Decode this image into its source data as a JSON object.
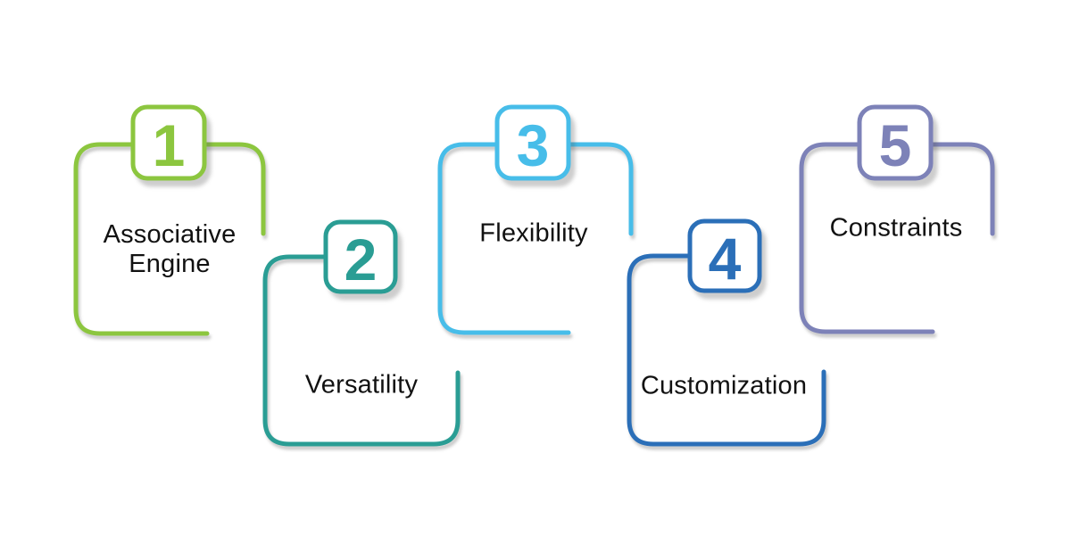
{
  "diagram": {
    "type": "numbered-steps-infographic",
    "background_color": "#FFFFFF",
    "text_color": "#111111",
    "items": [
      {
        "number": "1",
        "label": "Associative\nEngine",
        "color": "#8CC63F"
      },
      {
        "number": "2",
        "label": "Versatility",
        "color": "#2A9D94"
      },
      {
        "number": "3",
        "label": "Flexibility",
        "color": "#47BDE9"
      },
      {
        "number": "4",
        "label": "Customization",
        "color": "#2B6FB8"
      },
      {
        "number": "5",
        "label": "Constraints",
        "color": "#7D82B8"
      }
    ]
  }
}
